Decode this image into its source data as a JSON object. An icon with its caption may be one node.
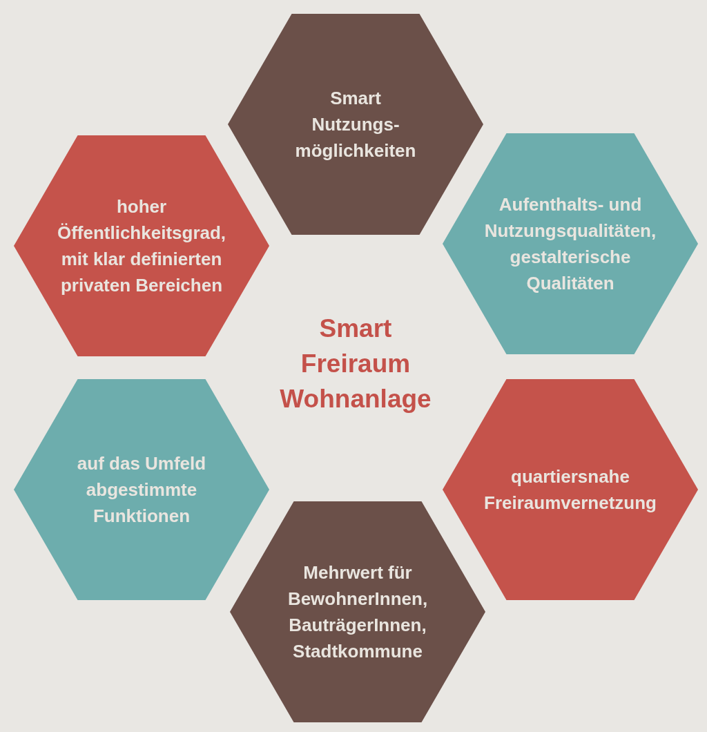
{
  "diagram": {
    "nodes": [
      {
        "text": [
          "Smart Nutzungs-möglichkeiten"
        ]
      },
      {
        "text": [
          "hoher Öffentlichkeitsgrad, mit klar definierten privaten Bereichen"
        ]
      },
      {
        "text": [
          "Aufenthalts- und Nutzungsqualitäten, gestalterische Qualitäten"
        ]
      },
      {
        "text": [
          "auf das Umfeld abgestimmte Funktionen"
        ]
      },
      {
        "text": [
          "quartiersnahe Freiraumvernetzung"
        ]
      },
      {
        "text": [
          "Mehrwert für BewohnerInnen, BauträgerInnen, Stadtkommune"
        ]
      }
    ],
    "labels": [
      "Smart Freiraum Wohnanlage"
    ]
  }
}
